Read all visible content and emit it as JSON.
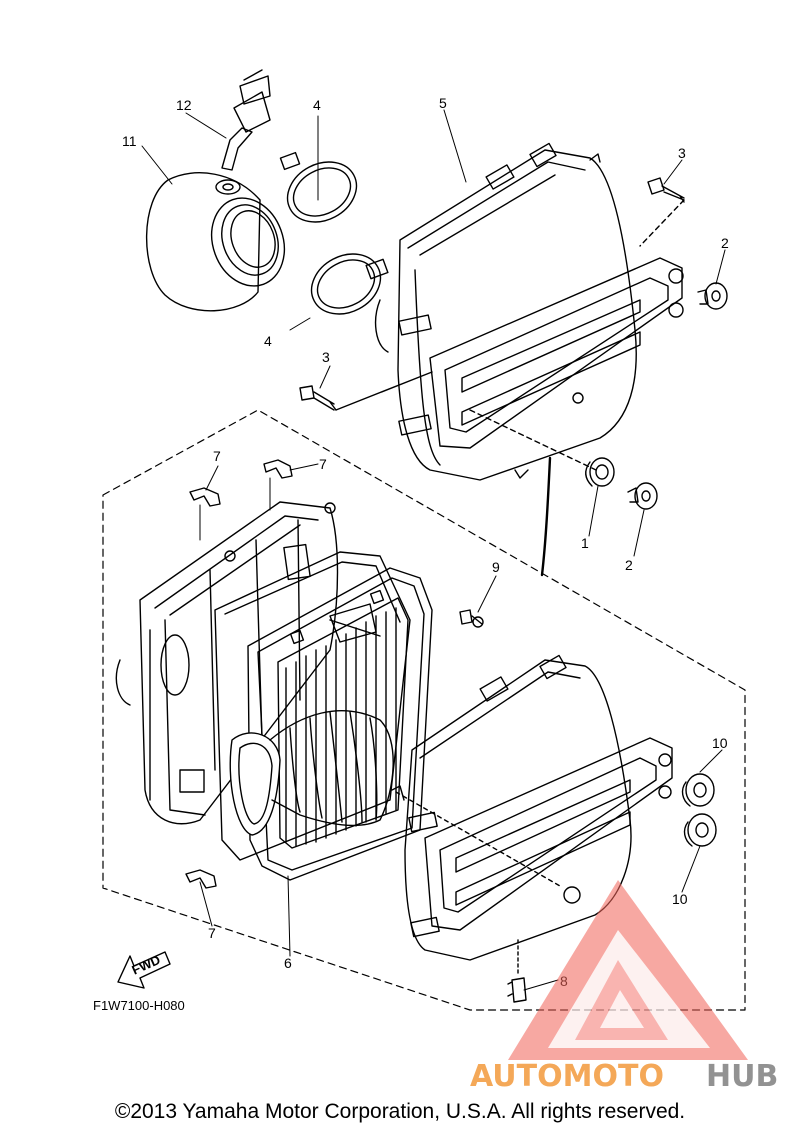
{
  "diagram": {
    "code": "F1W7100-H080",
    "fwd_label": "FWD",
    "callouts": {
      "p1": "1",
      "p2a": "2",
      "p2b": "2",
      "p3a": "3",
      "p3b": "3",
      "p4a": "4",
      "p4b": "4",
      "p5": "5",
      "p6": "6",
      "p7a": "7",
      "p7b": "7",
      "p7c": "7",
      "p8": "8",
      "p9": "9",
      "p10a": "10",
      "p10b": "10",
      "p11": "11",
      "p12": "12"
    }
  },
  "watermark": {
    "brand_a": "AUTOMOTO",
    "brand_b": "HUB",
    "logo_color": "#f0645a",
    "brand_a_color": "#f39a3c",
    "brand_b_color": "#808080"
  },
  "footer": {
    "copyright": "©2013 Yamaha Motor Corporation, U.S.A. All rights reserved."
  }
}
